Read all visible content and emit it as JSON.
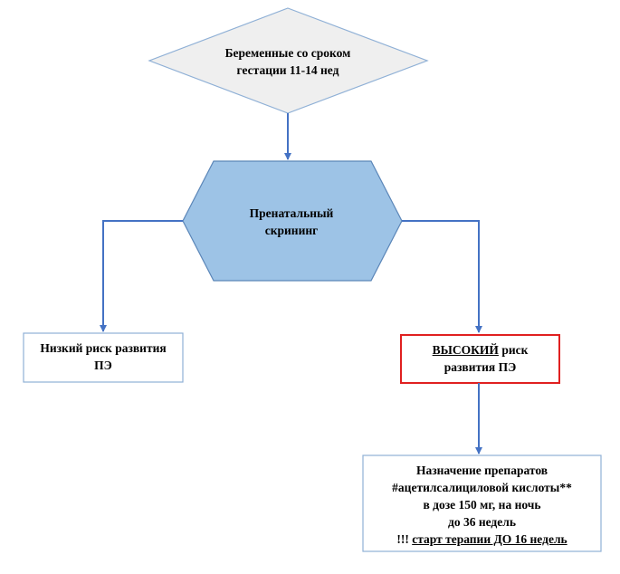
{
  "nodes": {
    "start": {
      "line1": "Беременные со сроком",
      "line2": "гестации 11-14 нед"
    },
    "screening": {
      "line1": "Пренатальный",
      "line2": "скрининг"
    },
    "low_risk": {
      "line1": "Низкий риск развития",
      "line2": "ПЭ"
    },
    "high_risk": {
      "emphasis": "ВЫСОКИЙ",
      "line1_rest": " риск",
      "line2": "развития ПЭ"
    },
    "therapy": {
      "line1": "Назначение препаратов",
      "line2": "#ацетилсалициловой кислоты**",
      "line3": "в дозе 150 мг, на ночь",
      "line4": "до 36 недель",
      "line5_prefix": "!!! ",
      "line5_emphasis": "старт терапии ДО 16 недель"
    }
  },
  "colors": {
    "start_fill": "#efefef",
    "start_stroke": "#8fb0d6",
    "screening_fill": "#9dc3e6",
    "screening_stroke": "#5b86b8",
    "box_stroke": "#8fb0d6",
    "high_risk_stroke": "#e02020",
    "arrow": "#4472c4"
  }
}
